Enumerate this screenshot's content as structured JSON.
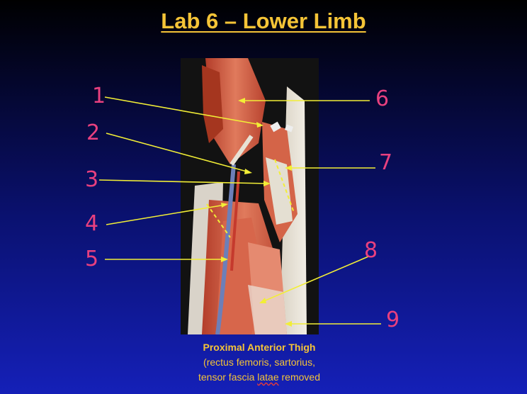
{
  "slide": {
    "title": "Lab 6 – Lower Limb",
    "caption_line1": "Proximal Anterior Thigh",
    "caption_line2": "(rectus femoris, sartorius,",
    "caption_line3_pre": "tensor fascia ",
    "caption_line3_wavy": "latae",
    "caption_line3_post": " removed"
  },
  "labels": {
    "n1": "1",
    "n2": "2",
    "n3": "3",
    "n4": "4",
    "n5": "5",
    "n6": "6",
    "n7": "7",
    "n8": "8",
    "n9": "9"
  },
  "colors": {
    "title": "#f5c437",
    "label_numbers": "#e8407f",
    "pointer_lines": "#f2ee36",
    "muscle": "#c84a35"
  }
}
